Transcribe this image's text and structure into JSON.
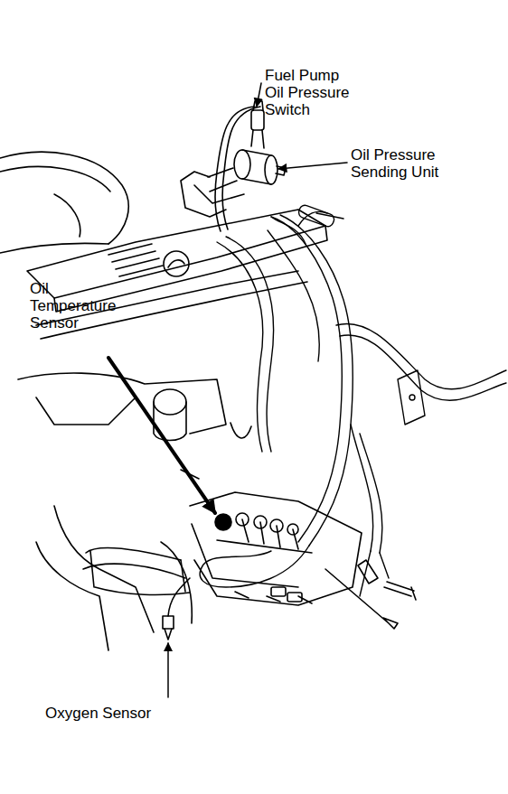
{
  "diagram": {
    "labels": [
      "Fuel Pump Oil Pressure Switch",
      "Oil Pressure Sending Unit",
      "Oil Temperature Sensor",
      "Oxygen Sensor"
    ]
  }
}
